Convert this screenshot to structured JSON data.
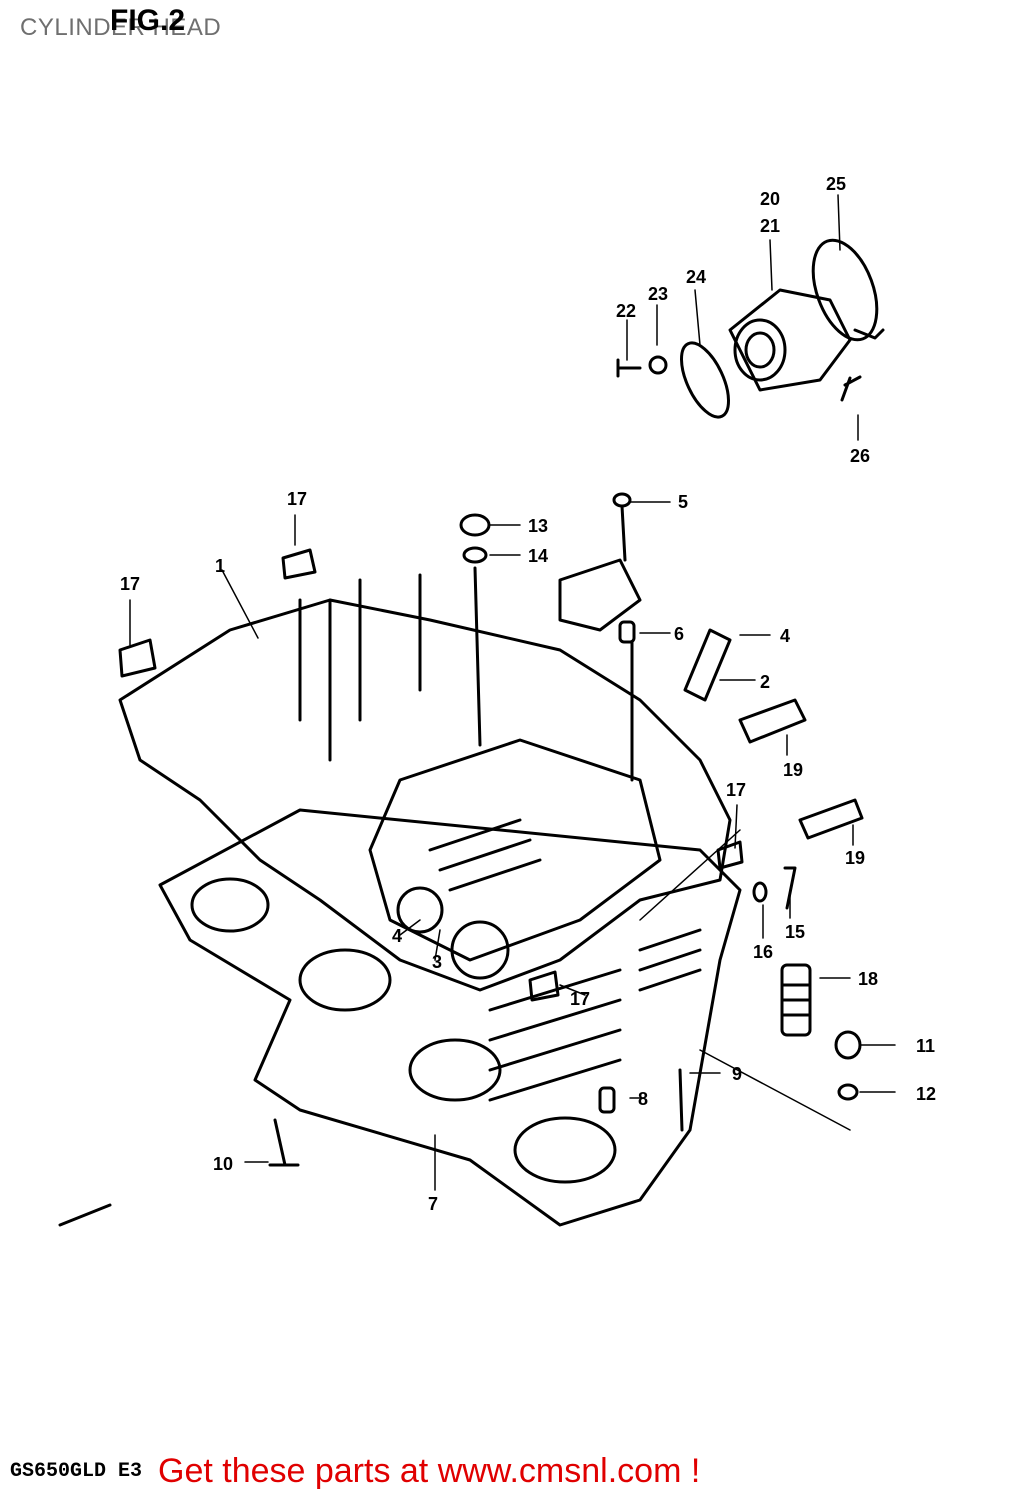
{
  "header": {
    "title": "CYLINDER HEAD",
    "figure": "FIG.2"
  },
  "footer": {
    "model_code": "GS650GLD E3",
    "link_text": "Get these parts at www.cmsnl.com !"
  },
  "callouts": [
    {
      "id": "c1",
      "label": "1"
    },
    {
      "id": "c2",
      "label": "2"
    },
    {
      "id": "c3",
      "label": "3"
    },
    {
      "id": "c4a",
      "label": "4"
    },
    {
      "id": "c4b",
      "label": "4"
    },
    {
      "id": "c5",
      "label": "5"
    },
    {
      "id": "c6",
      "label": "6"
    },
    {
      "id": "c7",
      "label": "7"
    },
    {
      "id": "c8",
      "label": "8"
    },
    {
      "id": "c9",
      "label": "9"
    },
    {
      "id": "c10",
      "label": "10"
    },
    {
      "id": "c11",
      "label": "11"
    },
    {
      "id": "c12",
      "label": "12"
    },
    {
      "id": "c13",
      "label": "13"
    },
    {
      "id": "c14",
      "label": "14"
    },
    {
      "id": "c15",
      "label": "15"
    },
    {
      "id": "c16",
      "label": "16"
    },
    {
      "id": "c17a",
      "label": "17"
    },
    {
      "id": "c17b",
      "label": "17"
    },
    {
      "id": "c17c",
      "label": "17"
    },
    {
      "id": "c17d",
      "label": "17"
    },
    {
      "id": "c18",
      "label": "18"
    },
    {
      "id": "c19a",
      "label": "19"
    },
    {
      "id": "c19b",
      "label": "19"
    },
    {
      "id": "c20",
      "label": "20"
    },
    {
      "id": "c21",
      "label": "21"
    },
    {
      "id": "c22",
      "label": "22"
    },
    {
      "id": "c23",
      "label": "23"
    },
    {
      "id": "c24",
      "label": "24"
    },
    {
      "id": "c25",
      "label": "25"
    },
    {
      "id": "c26",
      "label": "26"
    }
  ]
}
